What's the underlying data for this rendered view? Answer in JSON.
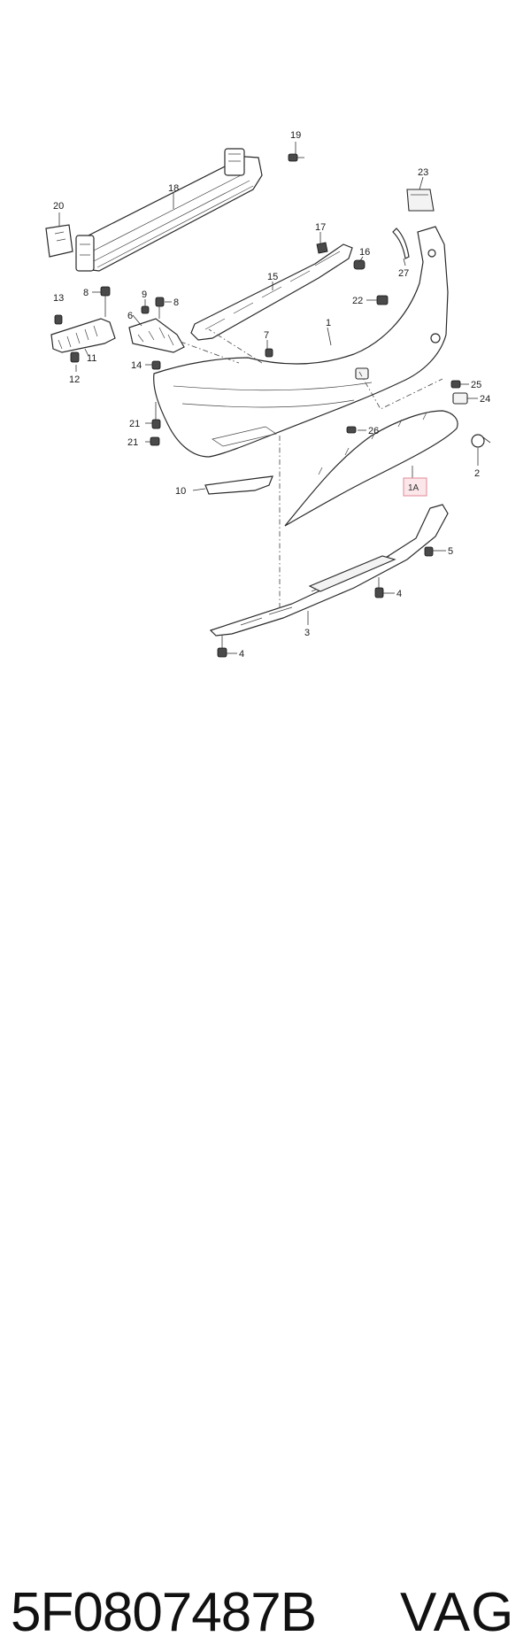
{
  "diagram": {
    "callouts": {
      "c1": "1",
      "c1a": "1A",
      "c2": "2",
      "c3": "3",
      "c4a": "4",
      "c4b": "4",
      "c5": "5",
      "c6": "6",
      "c7": "7",
      "c8a": "8",
      "c8b": "8",
      "c9": "9",
      "c10": "10",
      "c11": "11",
      "c12": "12",
      "c13": "13",
      "c14": "14",
      "c15": "15",
      "c16": "16",
      "c17": "17",
      "c18": "18",
      "c19": "19",
      "c20": "20",
      "c21a": "21",
      "c21b": "21",
      "c22": "22",
      "c23": "23",
      "c24": "24",
      "c25": "25",
      "c26": "26",
      "c27": "27"
    },
    "highlight_color": "#e8a0a8"
  },
  "footer": {
    "part_number": "5F0807487B",
    "brand": "VAG"
  }
}
